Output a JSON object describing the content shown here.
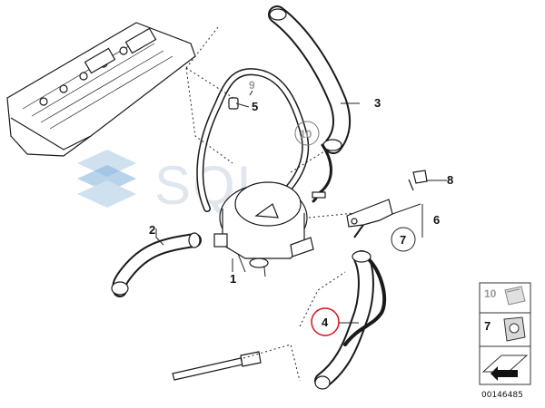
{
  "watermark": {
    "text": "SQL"
  },
  "callouts": {
    "c1": "1",
    "c2": "2",
    "c3": "3",
    "c4": "4",
    "c5": "5",
    "c6": "6",
    "c7": "7",
    "c8": "8",
    "c9": "9",
    "c10": "10"
  },
  "legend": {
    "item_10": "10",
    "item_7": "7"
  },
  "document_number": "00146485",
  "colors": {
    "line": "#1a1a1a",
    "highlight_circle": "#d9101a",
    "watermark": "#dfe6ee"
  }
}
